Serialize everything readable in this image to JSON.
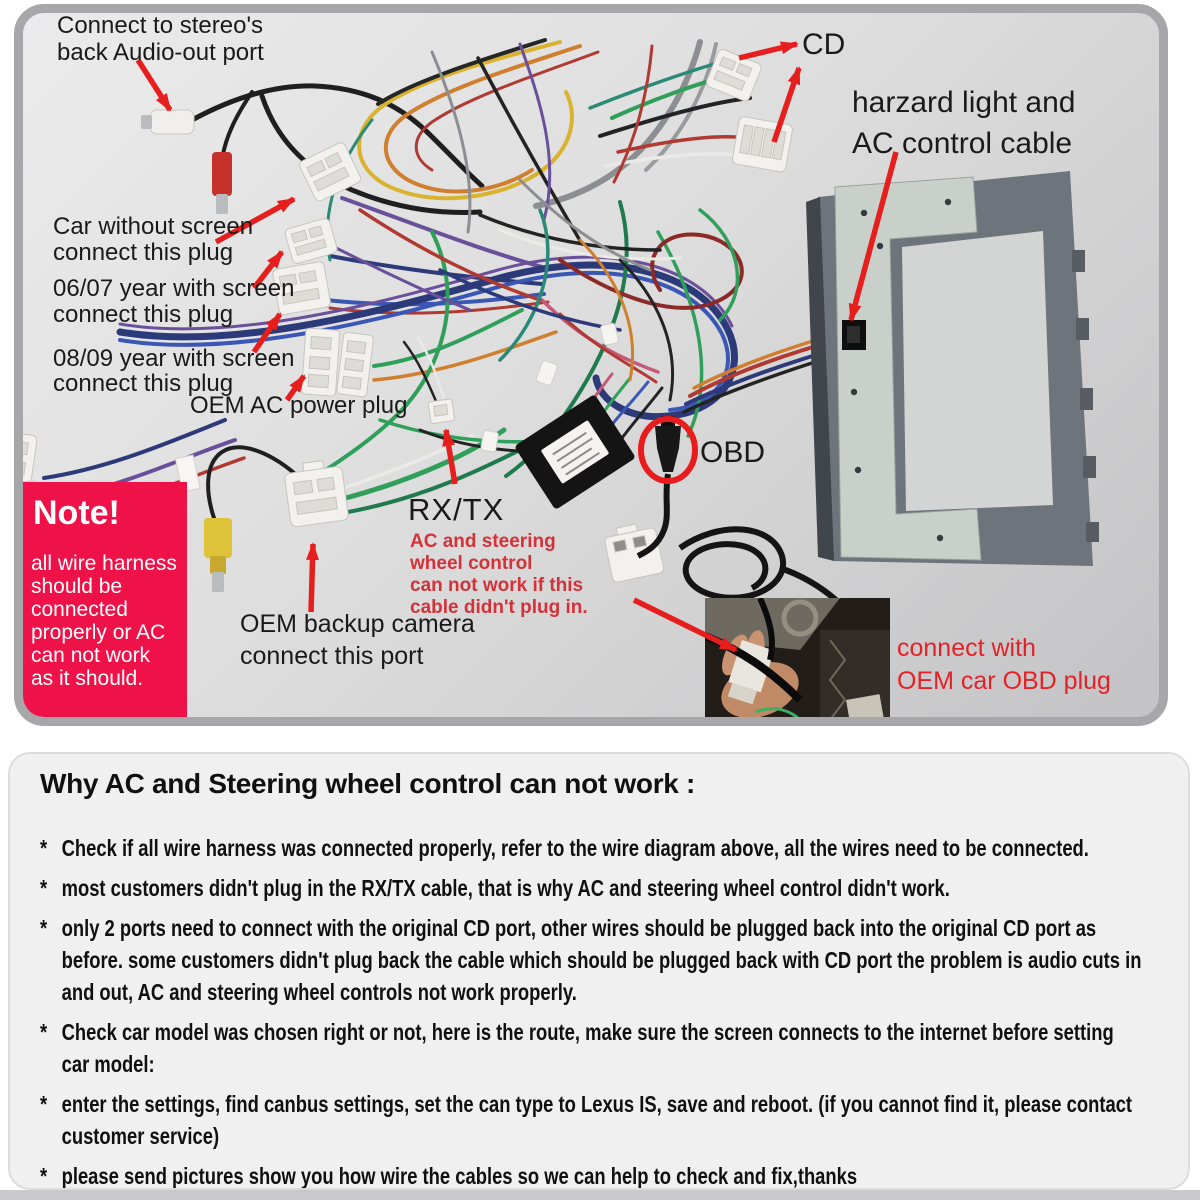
{
  "colors": {
    "accent_red": "#e61e1e",
    "note_bg": "#ef1248"
  },
  "photo": {
    "labels": {
      "audio_out": "Connect to stereo's\nback Audio-out port",
      "cd": "CD",
      "hazard": "harzard light and\nAC control cable",
      "car_without_screen": "Car without screen\nconnect this plug",
      "year_0607": "06/07 year with screen\nconnect this plug",
      "year_0809": "08/09 year with screen\nconnect this plug",
      "oem_ac": "OEM AC power plug",
      "rxtx": "RX/TX",
      "rxtx_warning": "AC and steering\nwheel control\ncan not work if this\ncable didn't plug in.",
      "obd": "OBD",
      "backup_camera": "OEM backup camera\nconnect this port",
      "obd_plug": "connect with\nOEM car OBD plug"
    },
    "note": {
      "title": "Note!",
      "body": "all wire harness\nshould be\nconnected\nproperly or AC\n can not work\nas it should."
    }
  },
  "troubleshooting": {
    "marker": "*",
    "title": "Why AC and Steering wheel control can not work :",
    "bullets": [
      "Check if all wire harness was connected properly, refer to the wire diagram above, all the wires need to be connected.",
      "most customers didn't plug in the RX/TX cable, that is why AC and steering wheel control didn't work.",
      "only 2 ports need to connect with the original CD port, other wires should be plugged back into the original CD port as before. some customers didn't plug back the cable which should be plugged back with CD port the problem is audio cuts in and out, AC and steering wheel controls not work properly.",
      "Check car model was chosen right or not, here is the route, make sure the screen connects to the internet before setting car model:",
      "enter the settings, find canbus settings, set the can type to Lexus IS, save and reboot. (if you cannot find it, please contact customer service)",
      "please send pictures show you how wire the cables so we can help to check and fix,thanks"
    ]
  }
}
